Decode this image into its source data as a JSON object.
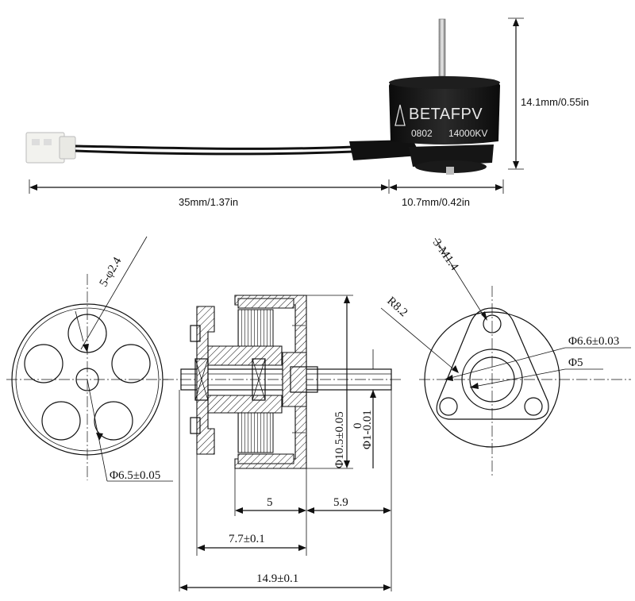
{
  "photo": {
    "brand": "BETAFPV",
    "model": "0802",
    "kv": "14000KV",
    "height_label": "14.1mm/0.55in",
    "cable_label": "35mm/1.37in",
    "width_label": "10.7mm/0.42in"
  },
  "drawing": {
    "holes_label": "5-φ2.4",
    "circle_dia_label": "Φ6.5±0.05",
    "bell_dia_label": "Φ10.5±0.05",
    "shaft_dia_label": "Φ1-0.01",
    "shaft_tol_label": "0",
    "mount_screws_label": "3-M1.4",
    "radius_label": "R8.2",
    "mount_circle_label": "Φ6.6±0.03",
    "center_hole_label": "Φ5",
    "len_5": "5",
    "len_5_9": "5.9",
    "len_7_7": "7.7±0.1",
    "len_14_9": "14.9±0.1"
  }
}
